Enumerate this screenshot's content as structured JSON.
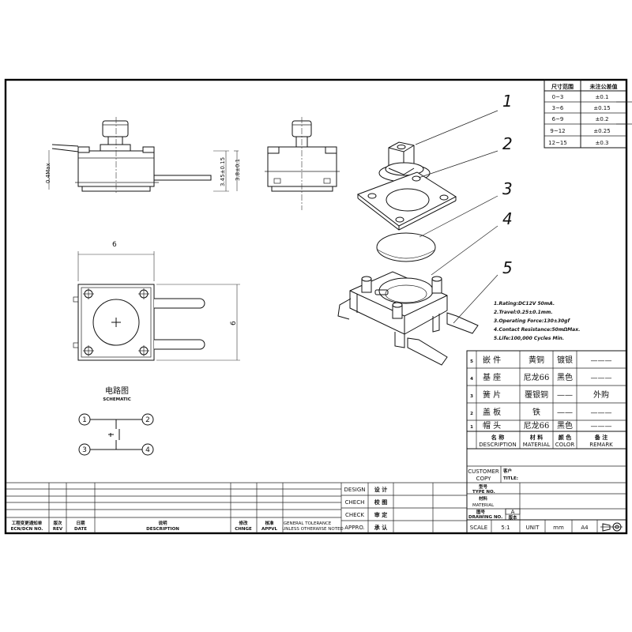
{
  "tolerance_table": {
    "headers": [
      "尺寸范围",
      "未注公差值"
    ],
    "rows": [
      [
        "0~3",
        "±0.1"
      ],
      [
        "3~6",
        "±0.15"
      ],
      [
        "6~9",
        "±0.2"
      ],
      [
        "9~12",
        "±0.25"
      ],
      [
        "12~15",
        "±0.3"
      ]
    ]
  },
  "dimensions": {
    "side_height_a": "0.4Max",
    "height_total": "3.45±0.15",
    "height_body": "3.8±0.1",
    "top_width": "6",
    "top_height": "6"
  },
  "schematic": {
    "title_cn": "电路图",
    "title_en": "SCHEMATIC",
    "pins": [
      "1",
      "2",
      "3",
      "4"
    ]
  },
  "exploded": {
    "callouts": [
      "1",
      "2",
      "3",
      "4",
      "5"
    ],
    "notes": [
      "1.Rating:DC12V 50mA.",
      "2.Travel:0.25±0.1mm.",
      "3.Operating Force:130±30gf",
      "4.Contact Resistance:50mΩMax.",
      "5.Life:100,000 Cycles Min."
    ]
  },
  "bom": {
    "rows": [
      {
        "no": "5",
        "name": "嵌    件",
        "material": "黄铜",
        "color": "镀银",
        "remark": "———"
      },
      {
        "no": "4",
        "name": "基    座",
        "material": "尼龙66",
        "color": "黑色",
        "remark": "———"
      },
      {
        "no": "3",
        "name": "簧    片",
        "material": "覆银铜",
        "color": "——",
        "remark": "外购"
      },
      {
        "no": "2",
        "name": "盖    板",
        "material": "铁",
        "color": "——",
        "remark": "———"
      },
      {
        "no": "1",
        "name": "帽    头",
        "material": "尼龙66",
        "color": "黑色",
        "remark": "———"
      }
    ],
    "header": {
      "name_cn": "名    称",
      "name_en": "DESCRIPTION",
      "material_cn": "材  料",
      "material_en": "MATERIAL",
      "color_cn": "颜 色",
      "color_en": "COLOR",
      "remark_cn": "备  注",
      "remark_en": "REMARK"
    }
  },
  "title_block": {
    "customer_label": "CUSTOMER",
    "customer_cn": "客户",
    "copy_label": "COPY",
    "title_cn": "名称",
    "title_en": "TITLE:",
    "type_cn": "型号",
    "type_en": "TYPE NO.",
    "material_cn": "材料",
    "material_en": "MATERIAL",
    "drawing_cn": "图号",
    "drawing_en": "DRAWING NO.",
    "rev": "A",
    "rev_cn": "版本",
    "scale_label": "SCALE",
    "scale_value": "5:1",
    "unit_label": "UNIT",
    "unit_value": "mm",
    "paper": "A4"
  },
  "sign_block": {
    "rows": [
      {
        "en": "DESIGN",
        "cn": "设 计"
      },
      {
        "en": "CHECH",
        "cn": "校 图"
      },
      {
        "en": "CHECK",
        "cn": "审 定"
      },
      {
        "en": "APPRO.",
        "cn": "承 认"
      }
    ],
    "tolerance_1": "GENERAL TOLERANCE",
    "tolerance_2": "UNLESS OTHERWISE NOTED"
  },
  "revision_row": {
    "cells": [
      {
        "cn": "工程变更通知单",
        "en": "ECN/DCN NO."
      },
      {
        "cn": "版次",
        "en": "REV"
      },
      {
        "cn": "日期",
        "en": "DATE"
      },
      {
        "cn": "说明",
        "en": "DESCRIPTION"
      },
      {
        "cn": "修改",
        "en": "CHNGE"
      },
      {
        "cn": "核准",
        "en": "APPVL"
      }
    ]
  }
}
